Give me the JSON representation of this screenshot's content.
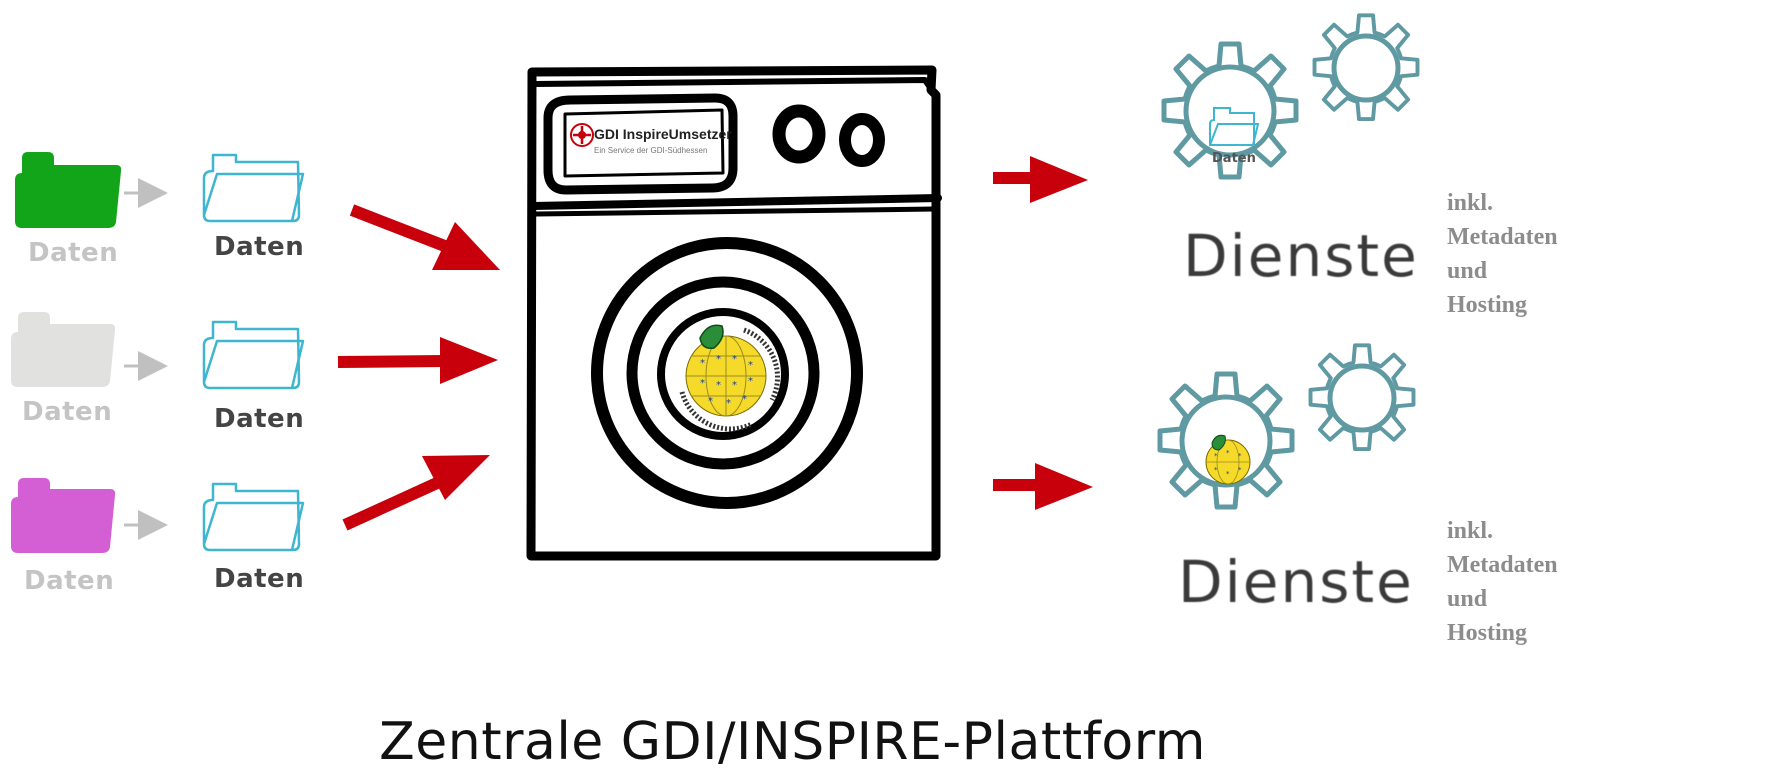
{
  "sources": [
    {
      "label": "Daten",
      "color": "#12a51a"
    },
    {
      "label": "Daten",
      "color": "#e1e1df"
    },
    {
      "label": "Daten",
      "color": "#d45ed4"
    }
  ],
  "targets": [
    {
      "label": "Daten"
    },
    {
      "label": "Daten"
    },
    {
      "label": "Daten"
    }
  ],
  "machine": {
    "logo_title": "GDI InspireUmsetzer",
    "logo_subtitle": "Ein Service der GDI-Südhessen"
  },
  "services": [
    {
      "icon": "gear-folder-icon",
      "gear_caption": "Daten",
      "label": "Dienste",
      "note": [
        "inkl.",
        "Metadaten",
        "und",
        "Hosting"
      ]
    },
    {
      "icon": "gear-inspire-icon",
      "label": "Dienste",
      "note": [
        "inkl.",
        "Metadaten",
        "und",
        "Hosting"
      ]
    }
  ],
  "platform_label": "Zentrale GDI/INSPIRE-Plattform",
  "colors": {
    "arrow": "#c8000b",
    "gear": "#5f9aa3",
    "outline_folder": "#3fb6cf",
    "gray_arrow": "#c0c0c0",
    "inspire_yellow": "#f5da2a",
    "inspire_green": "#2a8d3a"
  }
}
